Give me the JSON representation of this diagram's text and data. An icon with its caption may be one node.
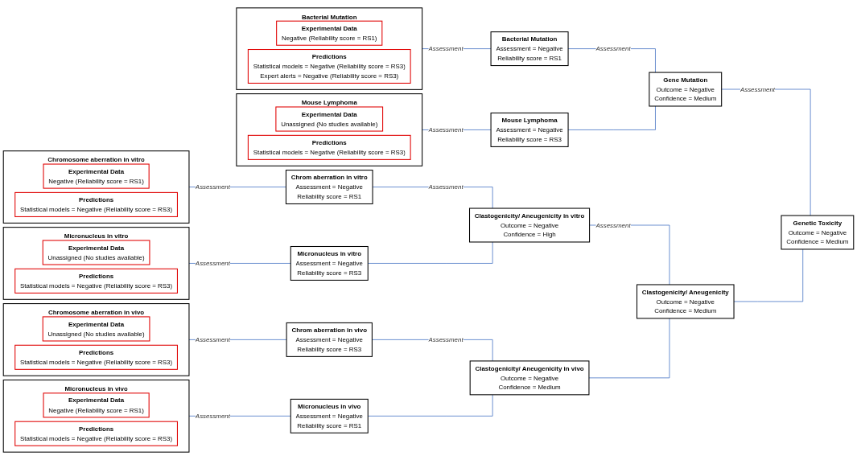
{
  "diagram": {
    "nodes": [
      {
        "text": [
          "Bacterial Mutation"
        ]
      },
      {
        "text": [
          "Experimental Data",
          "Negative (Reliability score = RS1)"
        ],
        "in": 0
      },
      {
        "text": [
          "Predictions",
          "Statistical models = Negative (Reliability score = RS3)",
          "Expert alerts = Negative (Reliability score = RS3)"
        ],
        "in": 0
      },
      {
        "text": [
          "Mouse Lymphoma"
        ]
      },
      {
        "text": [
          "Experimental Data",
          "Unassigned (No studies available)"
        ],
        "in": 3
      },
      {
        "text": [
          "Predictions",
          "Statistical models = Negative (Reliability score = RS3)"
        ],
        "in": 3
      },
      {
        "text": [
          "Chromosome aberration in vitro"
        ]
      },
      {
        "text": [
          "Experimental Data",
          "Negative (Reliability score = RS1)"
        ],
        "in": 6
      },
      {
        "text": [
          "Predictions",
          "Statistical models = Negative (Reliability score = RS3)"
        ],
        "in": 6
      },
      {
        "text": [
          "Micronucleus in vitro"
        ]
      },
      {
        "text": [
          "Experimental Data",
          "Unassigned (No studies available)"
        ],
        "in": 9
      },
      {
        "text": [
          "Predictions",
          "Statistical models = Negative (Reliability score = RS3)"
        ],
        "in": 9
      },
      {
        "text": [
          "Chromosome aberration in vivo"
        ]
      },
      {
        "text": [
          "Experimental Data",
          "Unassigned (No studies available)"
        ],
        "in": 12
      },
      {
        "text": [
          "Predictions",
          "Statistical models = Negative (Reliability score = RS3)"
        ],
        "in": 12
      },
      {
        "text": [
          "Micronucleus in vivo"
        ]
      },
      {
        "text": [
          "Experimental Data",
          "Negative (Reliability score = RS1)"
        ],
        "in": 15
      },
      {
        "text": [
          "Predictions",
          "Statistical models = Negative (Reliability score = RS3)"
        ],
        "in": 15
      },
      {
        "text": [
          "Bacterial Mutation",
          "Assessment = Negative",
          "Reliability score = RS1"
        ]
      },
      {
        "text": [
          "Mouse Lymphoma",
          "Assessment = Negative",
          "Reliability score = RS3"
        ]
      },
      {
        "text": [
          "Chrom aberration in vitro",
          "Assessment = Negative",
          "Reliability score = RS1"
        ]
      },
      {
        "text": [
          "Micronucleus in vitro",
          "Assessment = Negative",
          "Reliability score = RS3"
        ]
      },
      {
        "text": [
          "Chrom aberration in vivo",
          "Assessment = Negative",
          "Reliability score = RS3"
        ]
      },
      {
        "text": [
          "Micronucleus in vivo",
          "Assessment = Negative",
          "Reliability score = RS1"
        ]
      },
      {
        "text": [
          "Clastogenicity/ Aneugenicity in vitro",
          "Outcome = Negative",
          "Confidence = High"
        ]
      },
      {
        "text": [
          "Clastogenicity/ Aneugenicity in vivo",
          "Outcome = Negative",
          "Confidence = Medium"
        ]
      },
      {
        "text": [
          "Gene Mutation",
          "Outcome = Negative",
          "Confidence = Medium"
        ]
      },
      {
        "text": [
          "Clastogenicity/ Aneugenicity",
          "Outcome = Negative",
          "Confidence = Medium"
        ]
      },
      {
        "text": [
          "Genetic Toxicity",
          "Outcome = Negative",
          "Confidence = Medium"
        ]
      }
    ],
    "edges": [
      {
        "from": 0,
        "to": 18,
        "arrow": "none",
        "label": "Assessment"
      },
      {
        "from": 3,
        "to": 19,
        "arrow": "none",
        "label": "Assessment"
      },
      {
        "from": 6,
        "to": 20,
        "arrow": "none",
        "label": "Assessment"
      },
      {
        "from": 9,
        "to": 21,
        "arrow": "none",
        "label": "Assessment"
      },
      {
        "from": 12,
        "to": 22,
        "arrow": "none",
        "label": "Assessment"
      },
      {
        "from": 15,
        "to": 23,
        "arrow": "none",
        "label": "Assessment"
      },
      {
        "from": 18,
        "to": 26,
        "arrow": "none",
        "label": "Assessment"
      },
      {
        "from": 19,
        "to": 26,
        "arrow": "none"
      },
      {
        "from": 20,
        "to": 24,
        "arrow": "none",
        "label": "Assessment"
      },
      {
        "from": 21,
        "to": 24,
        "arrow": "none"
      },
      {
        "from": 22,
        "to": 25,
        "arrow": "none",
        "label": "Assessment"
      },
      {
        "from": 23,
        "to": 25,
        "arrow": "none"
      },
      {
        "from": 24,
        "to": 27,
        "arrow": "none",
        "label": "Assessment"
      },
      {
        "from": 25,
        "to": 27,
        "arrow": "none"
      },
      {
        "from": 26,
        "to": 28,
        "arrow": "none",
        "label": "Assessment"
      },
      {
        "from": 27,
        "to": 28,
        "arrow": "none"
      }
    ]
  }
}
